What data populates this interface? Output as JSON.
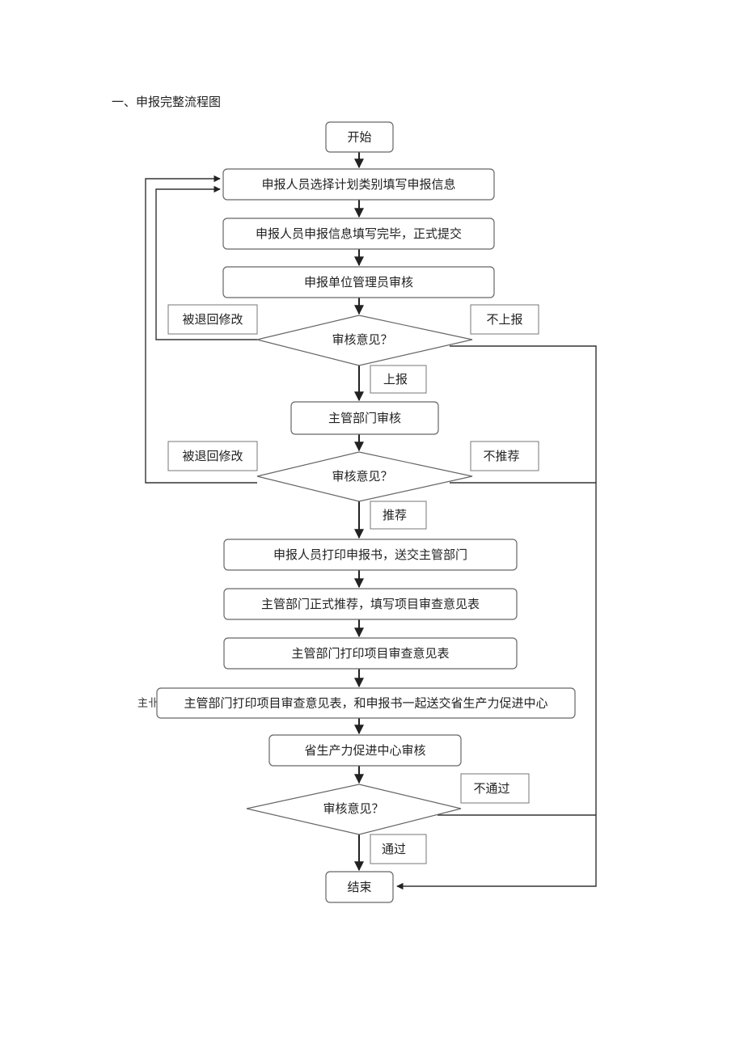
{
  "heading": "一、申报完整流程图",
  "nodes": {
    "start": "开始",
    "fill_info": "申报人员选择计划类别填写申报信息",
    "submit": "申报人员申报信息填写完毕，正式提交",
    "unit_review": "申报单位管理员审核",
    "decision1": "审核意见？",
    "dept_review": "主管部门审核",
    "decision2": "审核意见？",
    "print_application": "申报人员打印申报书，送交主管部门",
    "dept_recommend": "主管部门正式推荐，填写项目审查意见表",
    "dept_print_form": "主管部门打印项目审查意见表",
    "dept_send": "主管部门打印项目审查意见表，和申报书一起送交省生产力促进中心",
    "center_review": "省生产力促进中心审核",
    "decision3": "审核意见？",
    "end": "结束"
  },
  "edge_labels": {
    "returned1": "被退回修改",
    "not_report": "不上报",
    "report": "上报",
    "returned2": "被退回修改",
    "not_recommend": "不推荐",
    "recommend": "推荐",
    "not_pass": "不通过",
    "pass": "通过"
  },
  "clipped_text": "主卝"
}
